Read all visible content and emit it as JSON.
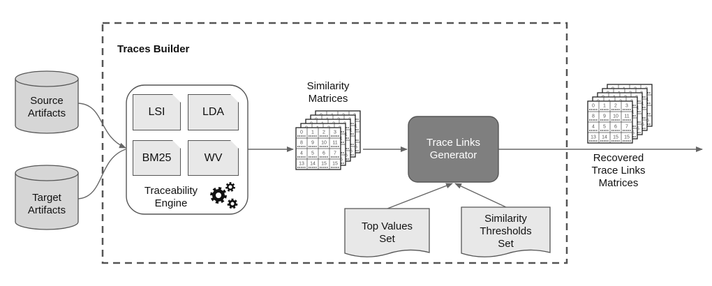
{
  "builder": {
    "title": "Traces Builder"
  },
  "inputs": {
    "source": "Source\nArtifacts",
    "target": "Target\nArtifacts"
  },
  "engine": {
    "label": "Traceability\nEngine",
    "methods": [
      "LSI",
      "LDA",
      "BM25",
      "WV"
    ],
    "icon": "gears-icon"
  },
  "similarity": {
    "label": "Similarity\nMatrices"
  },
  "generator": {
    "label": "Trace Links\nGenerator"
  },
  "params": {
    "top_values": "Top Values\nSet",
    "thresholds": "Similarity\nThresholds\nSet"
  },
  "output": {
    "label": "Recovered\nTrace Links\nMatrices"
  },
  "matrix_cells": [
    "0",
    "8",
    "4",
    "13",
    "1",
    "9",
    "5",
    "14",
    "2",
    "10",
    "6",
    "15",
    "3",
    "11",
    "7",
    "15"
  ],
  "colors": {
    "fill_light": "#e8e8e8",
    "fill_generator": "#7f7f7f",
    "stroke": "#555555"
  }
}
